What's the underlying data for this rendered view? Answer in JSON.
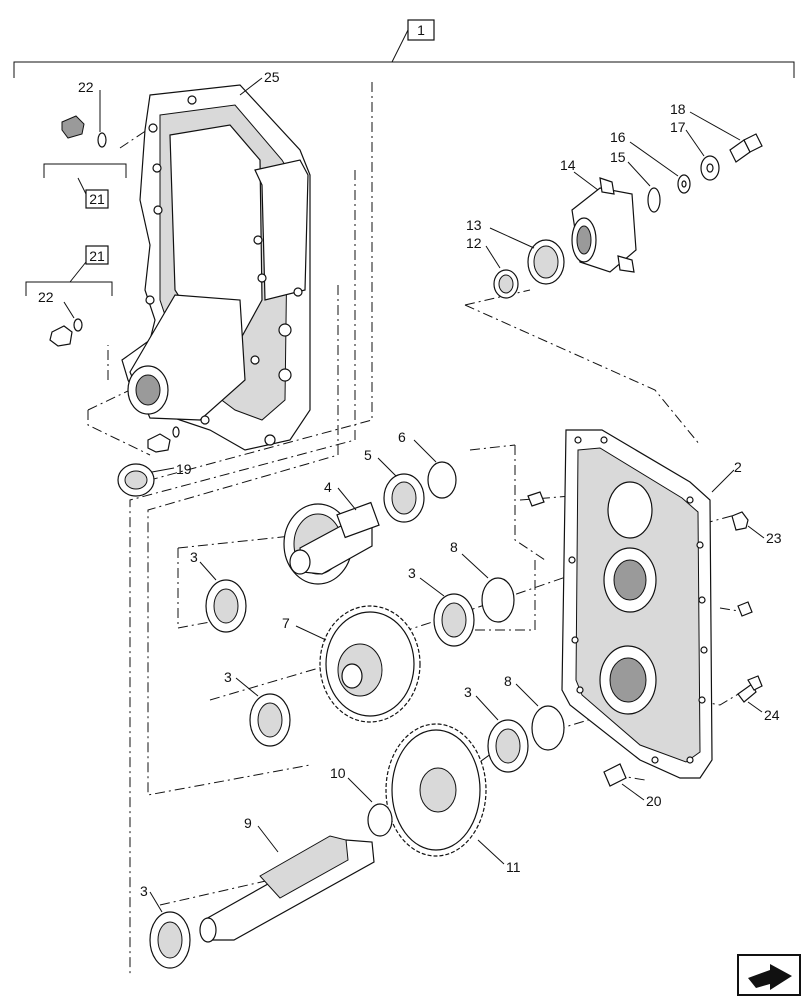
{
  "labels": {
    "assembly": "1",
    "cover_plate": "2",
    "bearing": "3",
    "input_gear_shaft": "4",
    "bearing_upper": "5",
    "snap_ring_upper": "6",
    "idler_gear": "7",
    "snap_ring": "8",
    "output_shaft": "9",
    "retaining_ring": "10",
    "output_gear": "11",
    "seal_small": "12",
    "seal_large": "13",
    "yoke": "14",
    "o_ring": "15",
    "washer_small": "16",
    "washer": "17",
    "bolt": "18",
    "seal_housing": "19",
    "dowel_pin": "20",
    "kit": "21",
    "plug_washer": "22",
    "vent_plug": "23",
    "cap_screw": "24",
    "gearbox_housing": "25"
  },
  "nav": {
    "icon": "next-page-arrow-icon"
  }
}
